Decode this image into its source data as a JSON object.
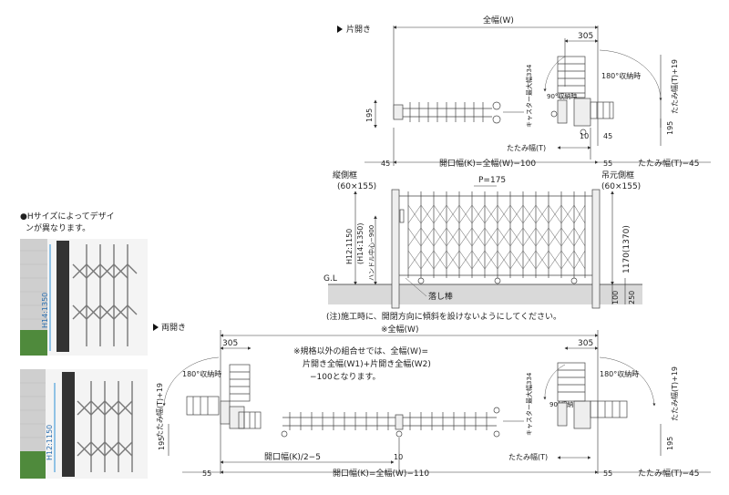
{
  "sections": {
    "single": "片開き",
    "double": "両開き"
  },
  "top_plan": {
    "full_width": "全幅(W)",
    "width_305": "305",
    "caster_max": "キャスター最大幅334",
    "angle_180": "180°収納時",
    "angle_90": "90°収納時",
    "folded_width": "たたみ幅(T)",
    "folded_width_plus": "たたみ幅(T)+19",
    "dim_195_left": "195",
    "dim_195_right": "195",
    "dim_10": "10",
    "dim_45_right": "45",
    "dim_45_left": "45",
    "dim_55": "55",
    "opening_width": "開口幅(K)=全幅(W)−100",
    "folded_minus": "たたみ幅(T)−45"
  },
  "elevation": {
    "vertical_frame": "縦側框",
    "vertical_frame_size": "(60×155)",
    "hanging_frame": "吊元側框",
    "hanging_frame_size": "(60×155)",
    "pitch": "P=175",
    "height_left_1": "H12:1150",
    "height_left_2": "(H14:1350)",
    "handle_center": "ハンドル中心−900",
    "height_right": "1170(1370)",
    "dim_100": "100",
    "dim_250": "250",
    "gl": "G.L",
    "drop_rod": "落し棒",
    "note": "(注)施工時に、開閉方向に傾斜を設けないようにしてください。"
  },
  "photos": {
    "caption": "●Hサイズによってデザインが異なります。",
    "label_h14": "H14:1350",
    "label_h12": "H12:1150"
  },
  "double_plan": {
    "full_width": "※全幅(W)",
    "note_line1": "※規格以外の組合せでは、全幅(W)=",
    "note_line2": "片開き全幅(W1)+片開き全幅(W2)",
    "note_line3": "−100となります。",
    "width_305_left": "305",
    "width_305_right": "305",
    "angle_180_left": "180°収納時",
    "angle_180_right": "180°収納時",
    "angle_90": "90°収納時",
    "caster_max": "キャスター最大幅334",
    "folded_plus_left": "たたみ幅(T)+19",
    "folded_plus_right": "たたみ幅(T)+19",
    "folded_width": "たたみ幅(T)",
    "dim_195_left": "195",
    "dim_195_right": "195",
    "half_opening": "開口幅(K)/2−5",
    "dim_10": "10",
    "dim_55_left": "55",
    "dim_55_right": "55",
    "opening_width": "開口幅(K)=全幅(W)−110",
    "folded_minus": "たたみ幅(T)−45"
  }
}
